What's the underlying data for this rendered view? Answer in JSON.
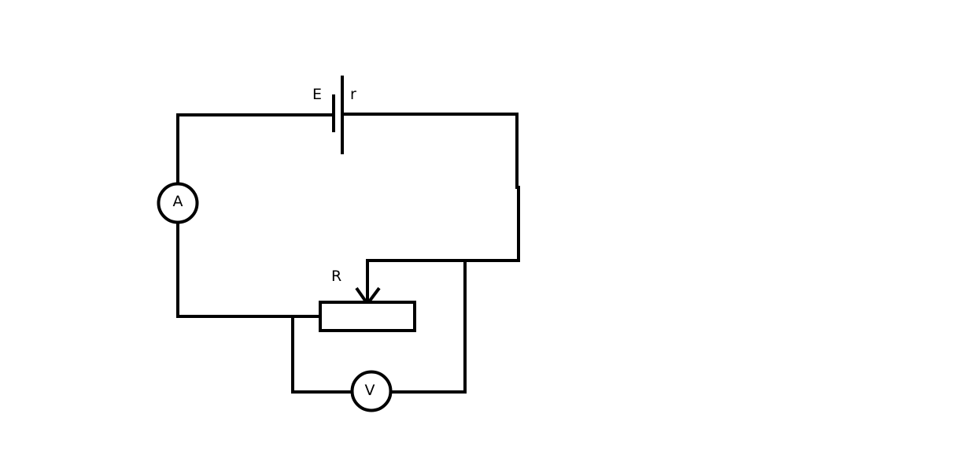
{
  "diagram": {
    "battery": {
      "emf_label": "E",
      "internal_resistance_label": "r"
    },
    "ammeter": {
      "label": "A"
    },
    "voltmeter": {
      "label": "V"
    },
    "rheostat": {
      "label": "R"
    },
    "colors": {
      "stroke": "#000000",
      "background": "#ffffff"
    }
  }
}
